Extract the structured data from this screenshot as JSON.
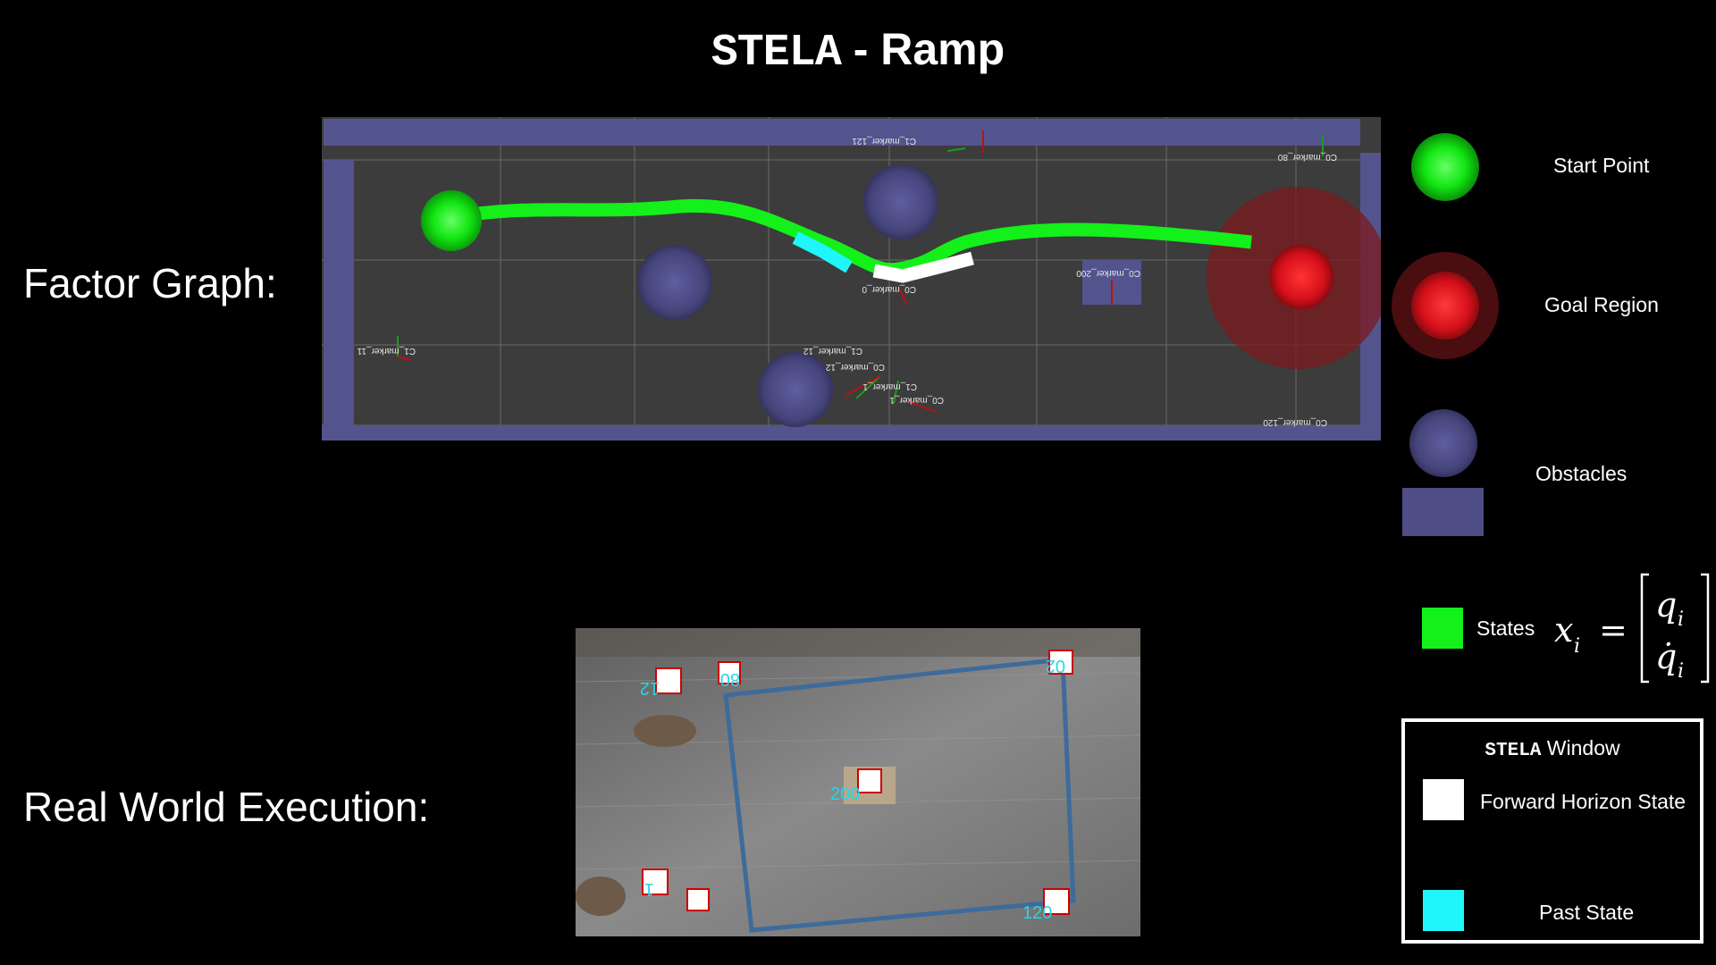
{
  "title": {
    "prefix": "STELA",
    "suffix": " - Ramp"
  },
  "labels": {
    "factor_graph": "Factor Graph:",
    "real_world": "Real World Execution:"
  },
  "legend": {
    "start_point": "Start Point",
    "goal_region": "Goal Region",
    "obstacles": "Obstacles",
    "states": "States"
  },
  "formula": {
    "lhs": "x",
    "sub": "i",
    "top": "q",
    "bottom": "q̇"
  },
  "window": {
    "title_mono": "STELA",
    "title_rest": " Window",
    "forward": "Forward Horizon State",
    "past": "Past State"
  },
  "markers": {
    "m121": "C1_marker_121",
    "m80": "C0_marker_80",
    "m200": "C0_marker_200",
    "m11": "C1_marker_11",
    "m12": "C1_marker_12",
    "m12b": "C0_marker_12",
    "m1": "C1_marker_1",
    "m1b": "C0_marker_1",
    "m120": "C0_marker_120",
    "m0": "C0_marker_0"
  },
  "tags": {
    "t12": "12",
    "t80": "80",
    "t200": "200",
    "t1": "1",
    "t120": "120",
    "t200b": "02"
  },
  "colors": {
    "green": "#14f01a",
    "red": "#e3111a",
    "obstacle": "#4e4d86",
    "cyan": "#1ff6fb",
    "wall": "#53548e"
  }
}
